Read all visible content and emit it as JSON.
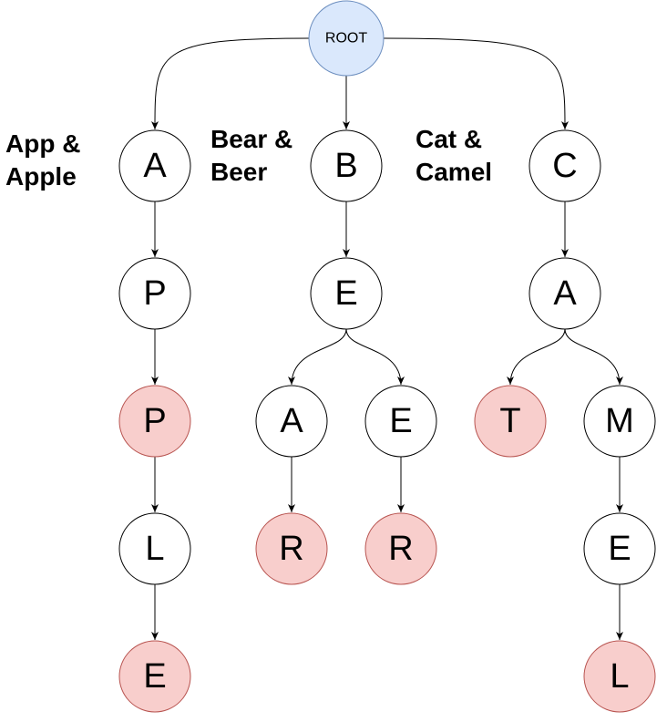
{
  "colors": {
    "root_fill": "#dae8fc",
    "root_stroke": "#6c8ebf",
    "node_fill": "#ffffff",
    "node_stroke": "#000000",
    "end_fill": "#f8cecc",
    "end_stroke": "#b85450",
    "edge": "#000000"
  },
  "captions": [
    {
      "line1": "App &",
      "line2": "Apple"
    },
    {
      "line1": "Bear &",
      "line2": "Beer"
    },
    {
      "line1": "Cat &",
      "line2": "Camel"
    }
  ],
  "nodes": [
    {
      "id": "root",
      "label": "ROOT",
      "kind": "root"
    },
    {
      "id": "a",
      "label": "A",
      "kind": "node"
    },
    {
      "id": "b",
      "label": "B",
      "kind": "node"
    },
    {
      "id": "c",
      "label": "C",
      "kind": "node"
    },
    {
      "id": "ap",
      "label": "P",
      "kind": "node"
    },
    {
      "id": "app",
      "label": "P",
      "kind": "end"
    },
    {
      "id": "appl",
      "label": "L",
      "kind": "node"
    },
    {
      "id": "apple",
      "label": "E",
      "kind": "end"
    },
    {
      "id": "be",
      "label": "E",
      "kind": "node"
    },
    {
      "id": "bea",
      "label": "A",
      "kind": "node"
    },
    {
      "id": "bee",
      "label": "E",
      "kind": "node"
    },
    {
      "id": "bear",
      "label": "R",
      "kind": "end"
    },
    {
      "id": "beer",
      "label": "R",
      "kind": "end"
    },
    {
      "id": "ca",
      "label": "A",
      "kind": "node"
    },
    {
      "id": "cat",
      "label": "T",
      "kind": "end"
    },
    {
      "id": "cam",
      "label": "M",
      "kind": "node"
    },
    {
      "id": "came",
      "label": "E",
      "kind": "node"
    },
    {
      "id": "camel",
      "label": "L",
      "kind": "end"
    }
  ],
  "edges": [
    [
      "root",
      "a"
    ],
    [
      "root",
      "b"
    ],
    [
      "root",
      "c"
    ],
    [
      "a",
      "ap"
    ],
    [
      "ap",
      "app"
    ],
    [
      "app",
      "appl"
    ],
    [
      "appl",
      "apple"
    ],
    [
      "b",
      "be"
    ],
    [
      "be",
      "bea"
    ],
    [
      "be",
      "bee"
    ],
    [
      "bea",
      "bear"
    ],
    [
      "bee",
      "beer"
    ],
    [
      "c",
      "ca"
    ],
    [
      "ca",
      "cat"
    ],
    [
      "ca",
      "cam"
    ],
    [
      "cam",
      "came"
    ],
    [
      "came",
      "camel"
    ]
  ]
}
